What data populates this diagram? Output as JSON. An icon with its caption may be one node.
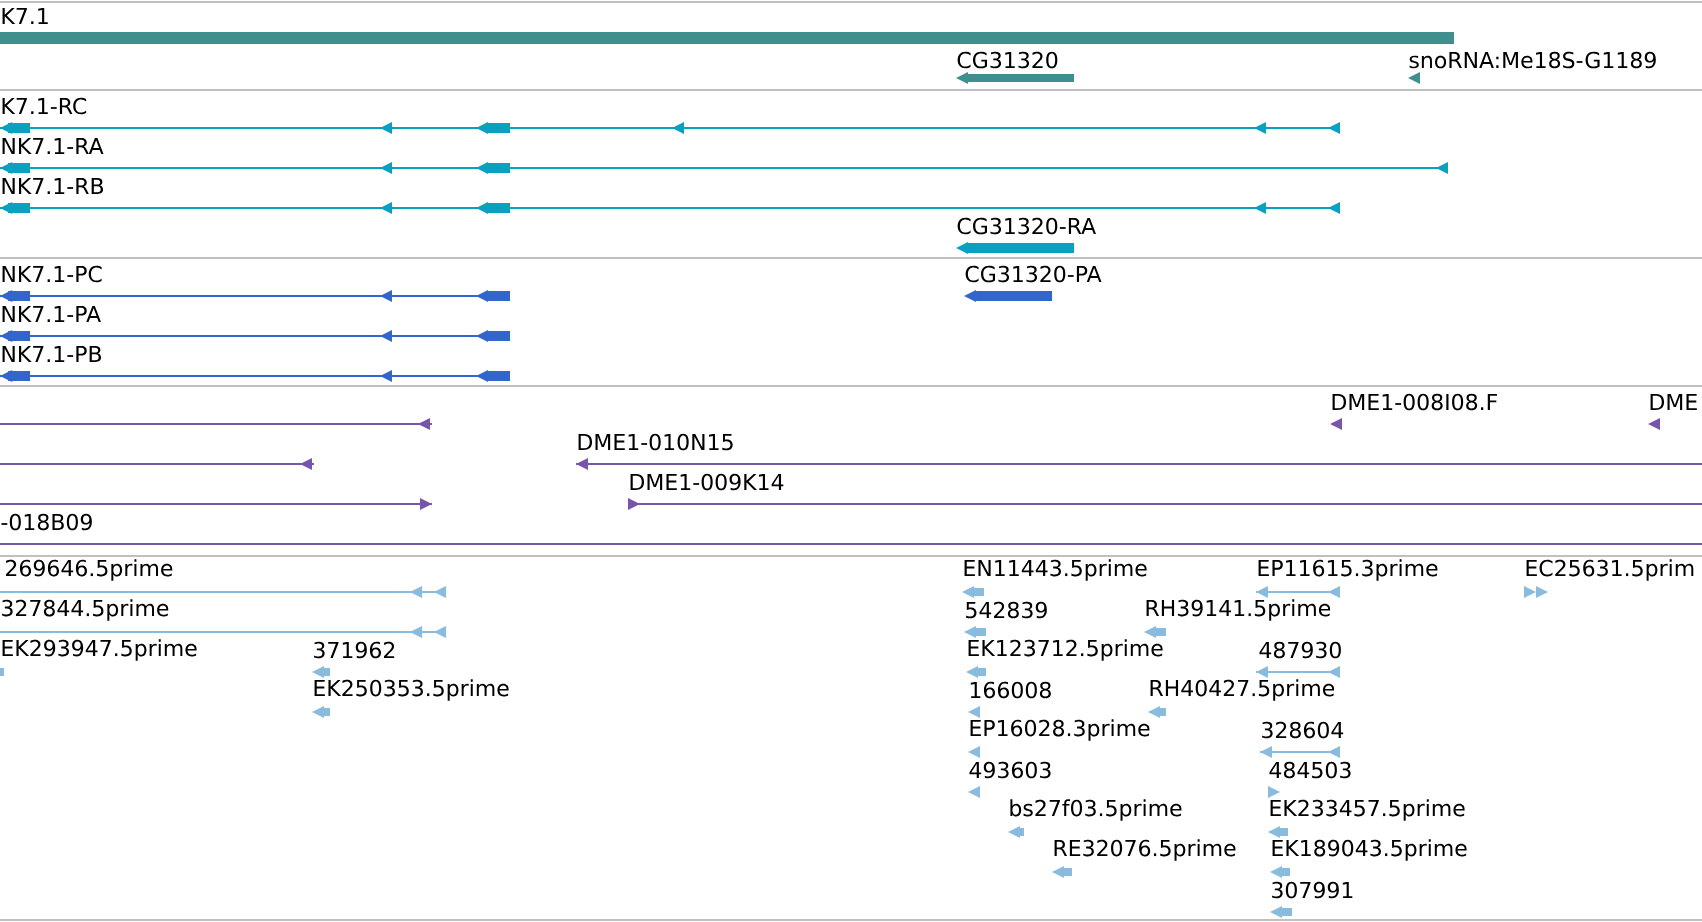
{
  "diagram": {
    "labels": [
      "K7.1",
      "CG31320",
      "snoRNA:Me18S-G1189",
      "K7.1-RC",
      "NK7.1-RA",
      "NK7.1-RB",
      "CG31320-RA",
      "NK7.1-PC",
      "CG31320-PA",
      "NK7.1-PA",
      "NK7.1-PB",
      "DME1-008I08.F",
      "DME",
      "DME1-010N15",
      "DME1-009K14",
      "-018B09",
      "269646.5prime",
      "EN11443.5prime",
      "EP11615.3prime",
      "EC25631.5prim",
      "327844.5prime",
      "542839",
      "RH39141.5prime",
      "EK293947.5prime",
      "371962",
      "EK123712.5prime",
      "487930",
      "EK250353.5prime",
      "166008",
      "RH40427.5prime",
      "EP16028.3prime",
      "328604",
      "493603",
      "484503",
      "bs27f03.5prime",
      "EK233457.5prime",
      "RE32076.5prime",
      "EK189043.5prime",
      "307991"
    ]
  }
}
